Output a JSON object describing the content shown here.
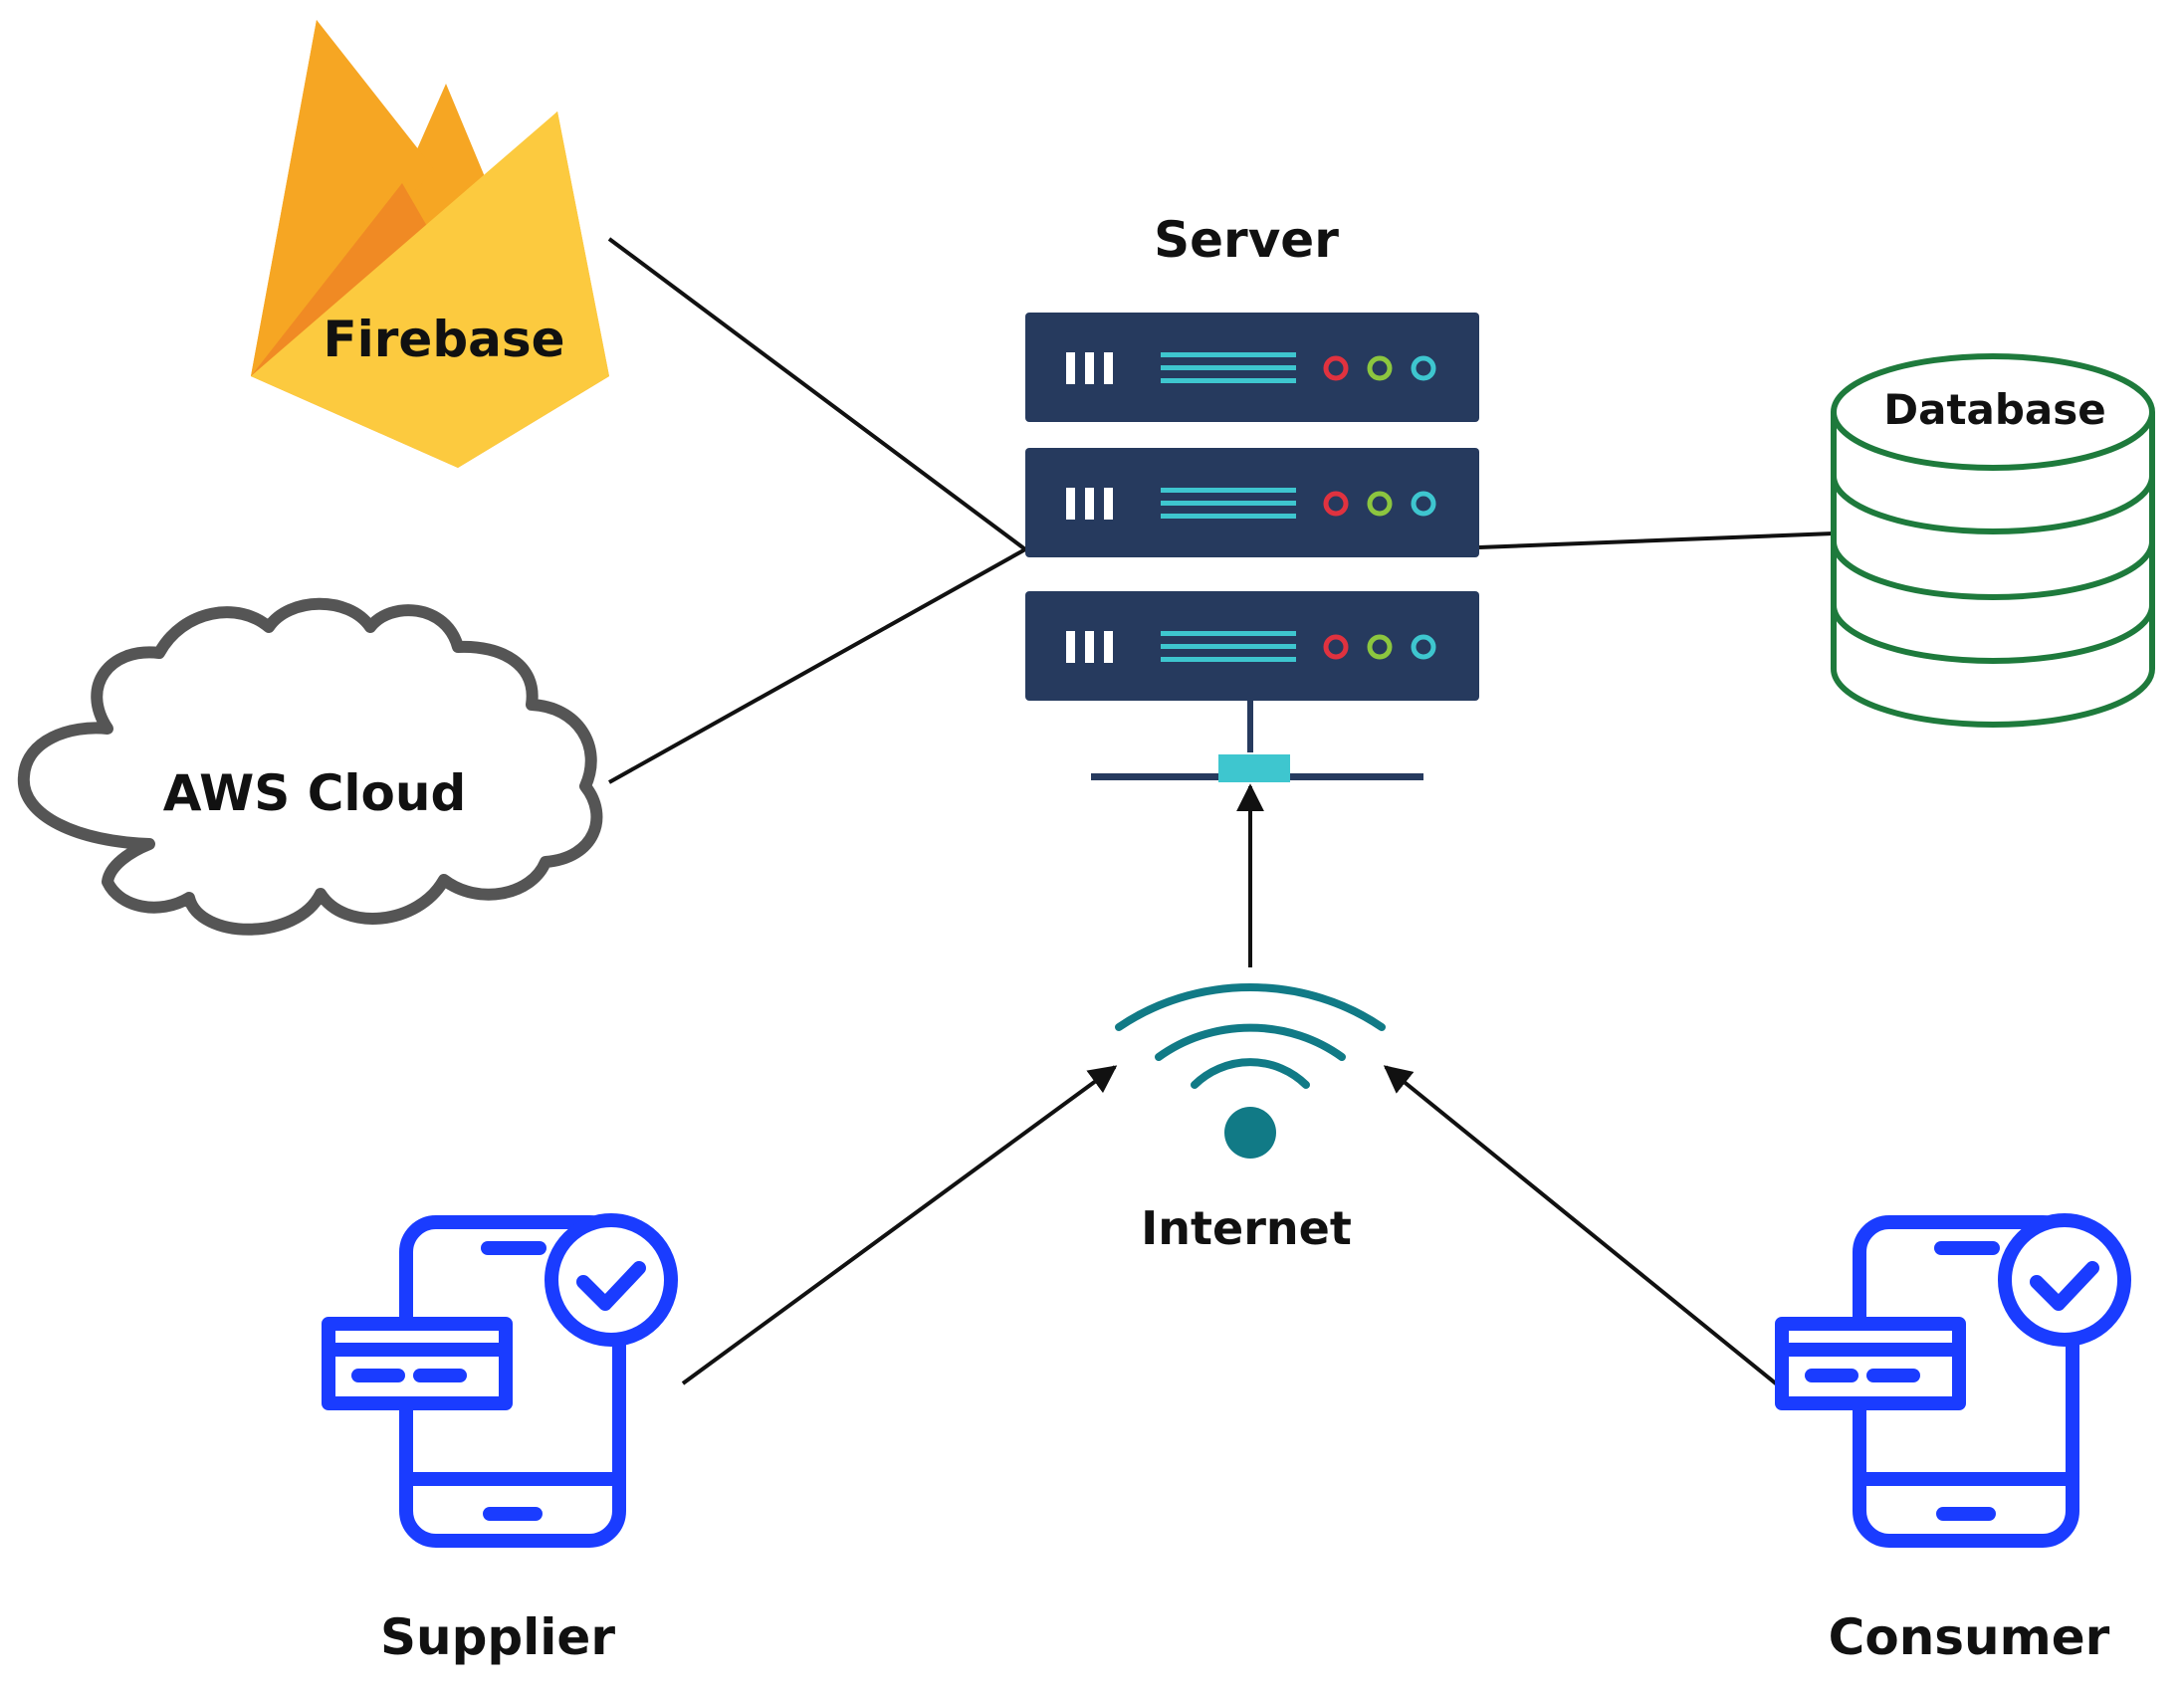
{
  "labels": {
    "server": "Server",
    "firebase": "Firebase",
    "aws": "AWS Cloud",
    "database": "Database",
    "internet": "Internet",
    "supplier": "Supplier",
    "consumer": "Consumer"
  },
  "colors": {
    "server_body": "#263a5e",
    "server_line": "#3ec6cf",
    "led_red": "#e0323f",
    "led_green": "#8cc63f",
    "led_cyan": "#3ec6cf",
    "firebase_orange": "#f6a623",
    "firebase_dark": "#f08a24",
    "firebase_yellow": "#fcca3f",
    "database": "#1e7a3c",
    "cloud": "#555555",
    "wifi": "#117a86",
    "phone": "#1a3cff",
    "connector": "#111111"
  },
  "icons": [
    "server-icon",
    "firebase-icon",
    "cloud-icon",
    "database-icon",
    "wifi-icon",
    "phone-icon"
  ]
}
